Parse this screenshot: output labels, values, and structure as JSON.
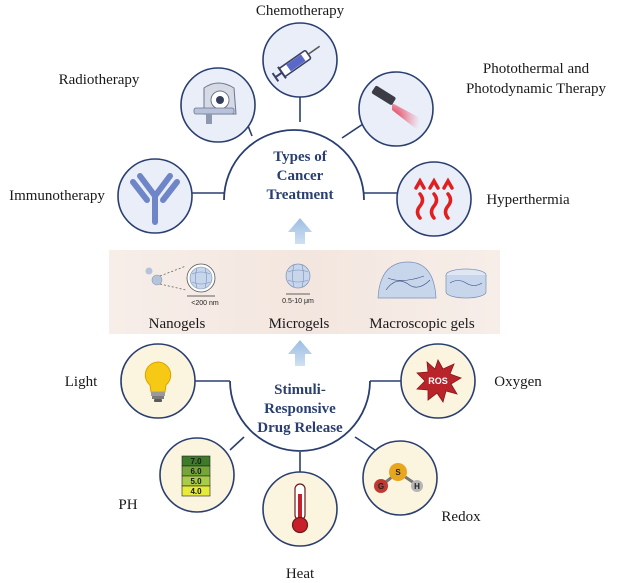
{
  "top": {
    "center": [
      "Types of",
      "Cancer",
      "Treatment"
    ],
    "items": {
      "chemotherapy": "Chemotherapy",
      "radiotherapy": "Radiotherapy",
      "photo1": "Photothermal and",
      "photo2": "Photodynamic Therapy",
      "immunotherapy": "Immunotherapy",
      "hyperthermia": "Hyperthermia"
    }
  },
  "gels": {
    "nano": "Nanogels",
    "micro": "Microgels",
    "macro": "Macroscopic gels",
    "nano_size": "<200 nm",
    "micro_size": "0.5-10 μm"
  },
  "bottom": {
    "center": [
      "Stimuli-",
      "Responsive",
      "Drug Release"
    ],
    "items": {
      "light": "Light",
      "oxygen": "Oxygen",
      "ph": "PH",
      "redox": "Redox",
      "heat": "Heat"
    },
    "ph_values": [
      "7.0",
      "6.0",
      "5.0",
      "4.0"
    ],
    "ros": "ROS",
    "molecules": [
      "G",
      "S",
      "H"
    ]
  },
  "colors": {
    "navy": "#2a3f70",
    "circle_blue": "#e9eef8",
    "circle_cream": "#fbf5e0",
    "arrow": "#a9c6e6",
    "band": "#f6ece6"
  }
}
